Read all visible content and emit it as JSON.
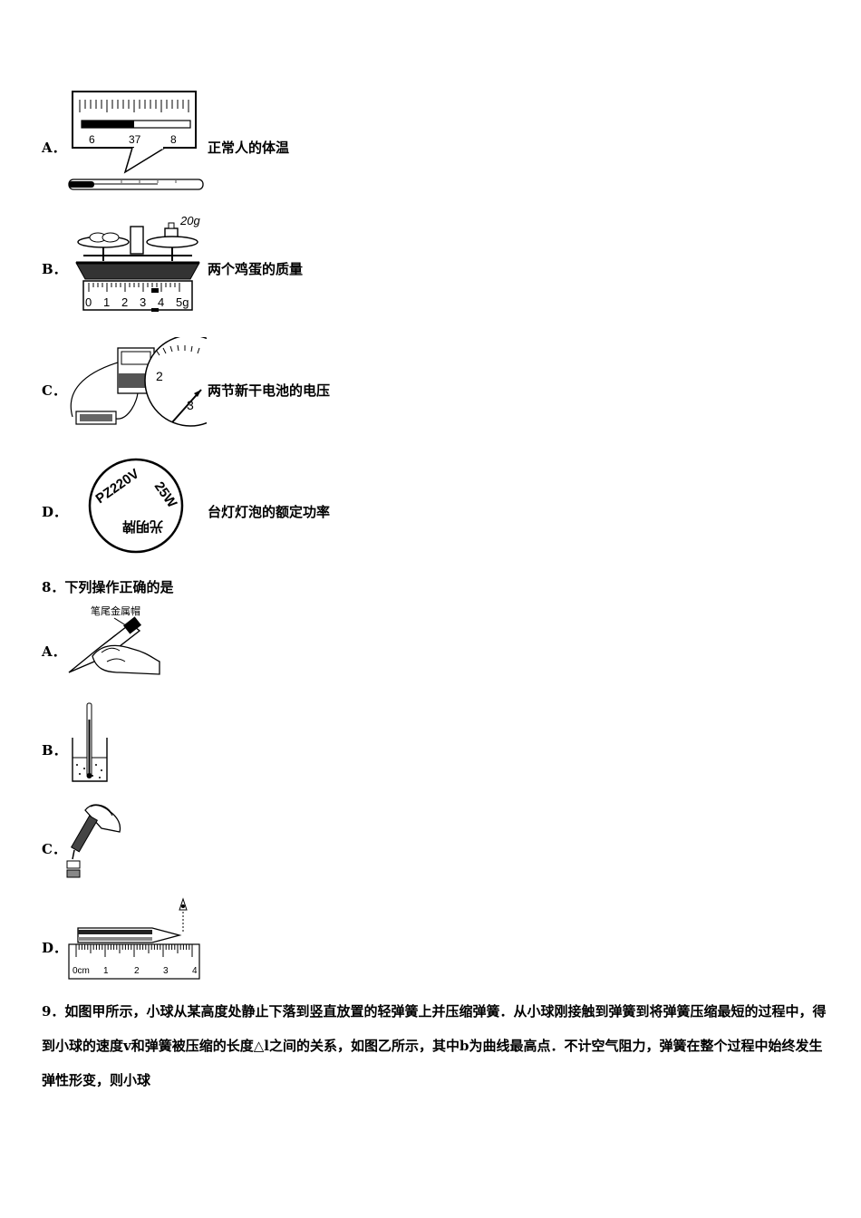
{
  "q7": {
    "options": [
      {
        "letter": "A．",
        "text": "正常人的体温",
        "scale_labels": [
          "6",
          "37",
          "8"
        ]
      },
      {
        "letter": "B．",
        "text": "两个鸡蛋的质量",
        "weight_label": "20g",
        "scale_labels": [
          "0",
          "1",
          "2",
          "3",
          "4",
          "5g"
        ]
      },
      {
        "letter": "C．",
        "text": "两节新干电池的电压",
        "meter_labels": [
          "2",
          "3"
        ]
      },
      {
        "letter": "D．",
        "text": "台灯灯泡的额定功率",
        "bulb_labels": [
          "PZ220V",
          "25W",
          "光明牌"
        ]
      }
    ]
  },
  "q8": {
    "title": "8．下列操作正确的是",
    "options": [
      {
        "letter": "A．",
        "caption": "笔尾金属帽"
      },
      {
        "letter": "B．"
      },
      {
        "letter": "C．"
      },
      {
        "letter": "D．",
        "ruler_labels": [
          "0cm",
          "1",
          "2",
          "3",
          "4"
        ]
      }
    ]
  },
  "q9": {
    "text": "9．如图甲所示，小球从某高度处静止下落到竖直放置的轻弹簧上并压缩弹簧．从小球刚接触到弹簧到将弹簧压缩最短的过程中，得到小球的速度v和弹簧被压缩的长度△l之间的关系，如图乙所示，其中b为曲线最高点．不计空气阻力，弹簧在整个过程中始终发生弹性形变，则小球"
  }
}
